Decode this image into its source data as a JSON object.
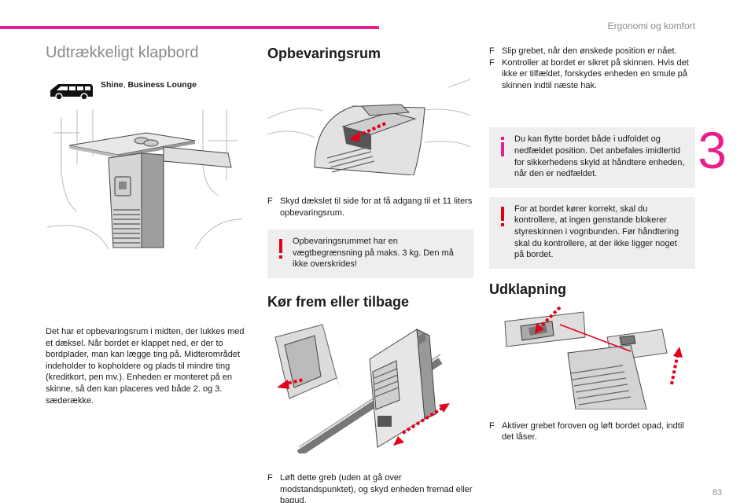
{
  "header": {
    "title": "Ergonomi og komfort",
    "chapter": "3",
    "page": "83"
  },
  "col1": {
    "title": "Udtrækkeligt klapbord",
    "version_icon": "van-icon",
    "version_a": "Shine",
    "version_sep": ", ",
    "version_b": "Business Lounge",
    "paragraph": "Det har et opbevaringsrum i midten, der lukkes med et dæksel. Når bordet er klappet ned, er der to bordplader, man kan lægge ting på. Midterområdet indeholder to kopholdere og plads til mindre ting (kreditkort, pen mv.). Enheden er monteret på en skinne, så den kan placeres ved både 2. og 3. sæderække."
  },
  "col2": {
    "storage_title": "Opbevaringsrum",
    "storage_bullet": "Skyd dækslet til side for at få adgang til et 11 liters opbevaringsrum.",
    "storage_warning": "Opbevaringsrummet har en vægtbegrænsning på maks. 3 kg. Den må ikke overskrides!",
    "move_title": "Kør frem eller tilbage",
    "move_bullet": "Løft dette greb (uden at gå over modstandspunktet), og skyd enheden fremad eller bagud."
  },
  "col3": {
    "bullet1": "Slip grebet, når den ønskede position er nået.",
    "bullet2": "Kontroller at bordet er sikret på skinnen. Hvis det ikke er tilfældet, forskydes enheden en smule på skinnen indtil næste hak.",
    "info_note": "Du kan flytte bordet både i udfoldet og nedfældet position. Det anbefales imidlertid for sikkerhedens skyld at håndtere enheden, når den er nedfældet.",
    "warning_note": "For at bordet kører korrekt, skal du kontrollere, at ingen genstande blokerer styreskinnen i vognbunden. Før håndtering skal du kontrollere, at der ikke ligger noget på bordet.",
    "unfold_title": "Udklapning",
    "unfold_bullet": "Aktiver grebet foroven og løft bordet opad, indtil det låser."
  },
  "bullet_marker": "F",
  "colors": {
    "accent": "#e5208e",
    "warning": "#e3001b",
    "info": "#e5208e",
    "note_bg": "#eeeeee"
  }
}
